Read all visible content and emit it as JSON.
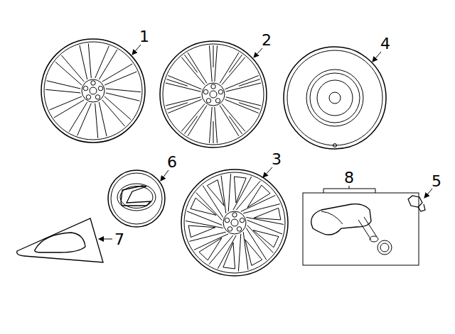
{
  "diagram": {
    "labels": [
      "1",
      "2",
      "4",
      "6",
      "3",
      "8",
      "5",
      "7"
    ]
  }
}
